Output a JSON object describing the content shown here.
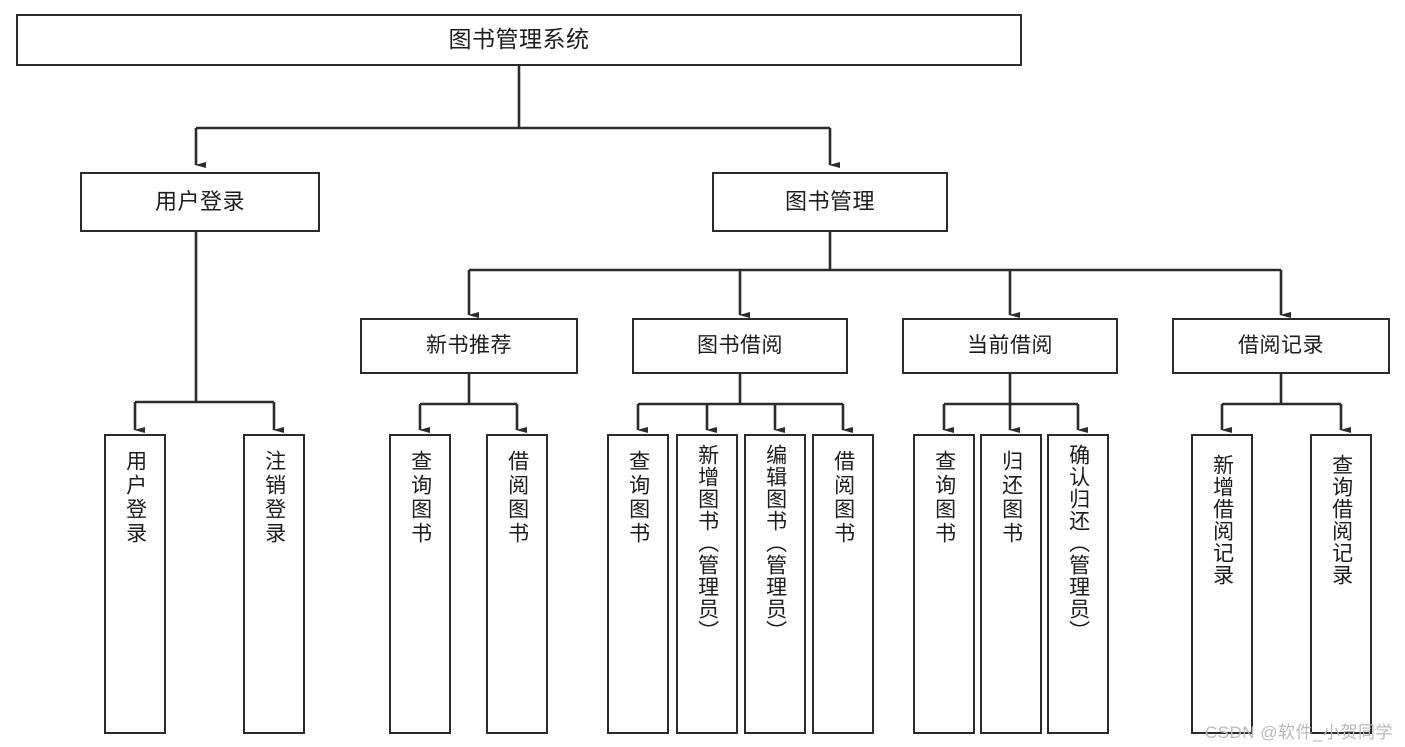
{
  "diagram": {
    "type": "tree",
    "title": "图书管理系统",
    "watermark": "CSDN @软件_小贺同学",
    "colors": {
      "box_border": "#2b2b2b",
      "box_fill": "#ffffff",
      "connector": "#2b2b2b",
      "text": "#1c1c1c",
      "watermark": "#b9b9b9"
    },
    "root": {
      "label": "图书管理系统"
    },
    "level2": [
      {
        "label": "用户登录"
      },
      {
        "label": "图书管理"
      }
    ],
    "level3": [
      {
        "label": "新书推荐"
      },
      {
        "label": "图书借阅"
      },
      {
        "label": "当前借阅"
      },
      {
        "label": "借阅记录"
      }
    ],
    "leaves": {
      "user_login": [
        {
          "label": "用户登录"
        },
        {
          "label": "注销登录"
        }
      ],
      "new_book": [
        {
          "label": "查询图书"
        },
        {
          "label": "借阅图书"
        }
      ],
      "book_borrow": [
        {
          "label": "查询图书"
        },
        {
          "label": "新增图书（管理员）"
        },
        {
          "label": "编辑图书（管理员）"
        },
        {
          "label": "借阅图书"
        }
      ],
      "current_borrow": [
        {
          "label": "查询图书"
        },
        {
          "label": "归还图书"
        },
        {
          "label": "确认归还（管理员）"
        }
      ],
      "borrow_record": [
        {
          "label": "新增借阅记录"
        },
        {
          "label": "查询借阅记录"
        }
      ]
    }
  }
}
